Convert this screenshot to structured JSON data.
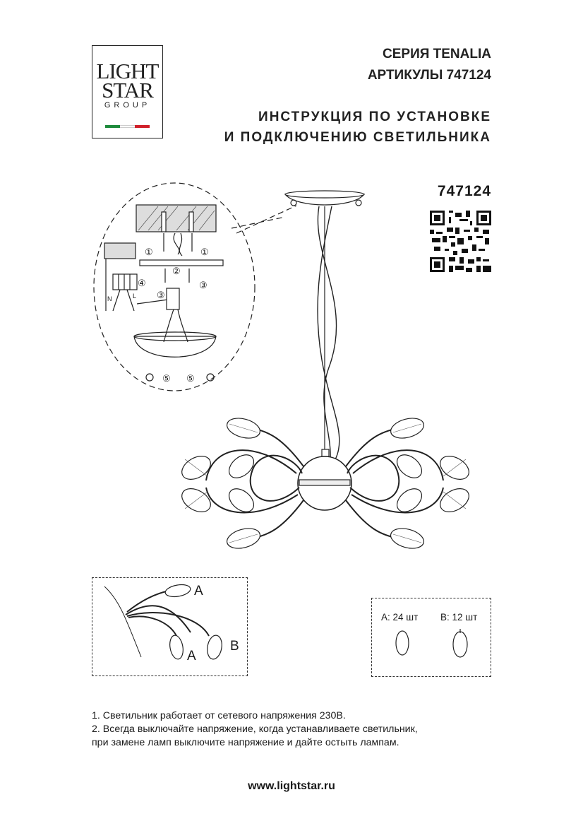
{
  "logo": {
    "line1": "LIGHT",
    "line2": "STAR",
    "line3": "GROUP",
    "flag_colors": [
      "#1e8a3c",
      "#ffffff",
      "#d0202a"
    ]
  },
  "header": {
    "series": "СЕРИЯ TENALIA",
    "article": "АРТИКУЛЫ 747124",
    "title_line1": "ИНСТРУКЦИЯ ПО УСТАНОВКЕ",
    "title_line2": "И ПОДКЛЮЧЕНИЮ СВЕТИЛЬНИКА"
  },
  "product_code": "747124",
  "install_diagram": {
    "step_labels": [
      "①",
      "①",
      "②",
      "③",
      "③",
      "④",
      "⑤",
      "⑤"
    ],
    "wire_labels": [
      "N",
      "L"
    ]
  },
  "detail_diagram": {
    "labels": [
      "A",
      "A",
      "B"
    ]
  },
  "parts": {
    "a_count": "A: 24 шт",
    "b_count": "B: 12 шт"
  },
  "notes": [
    "1. Светильник работает от сетевого напряжения 230В.",
    "2. Всегда выключайте напряжение, когда устанавливаете светильник,",
    "при замене ламп выключите напряжение и дайте остыть лампам."
  ],
  "website": "www.lightstar.ru"
}
